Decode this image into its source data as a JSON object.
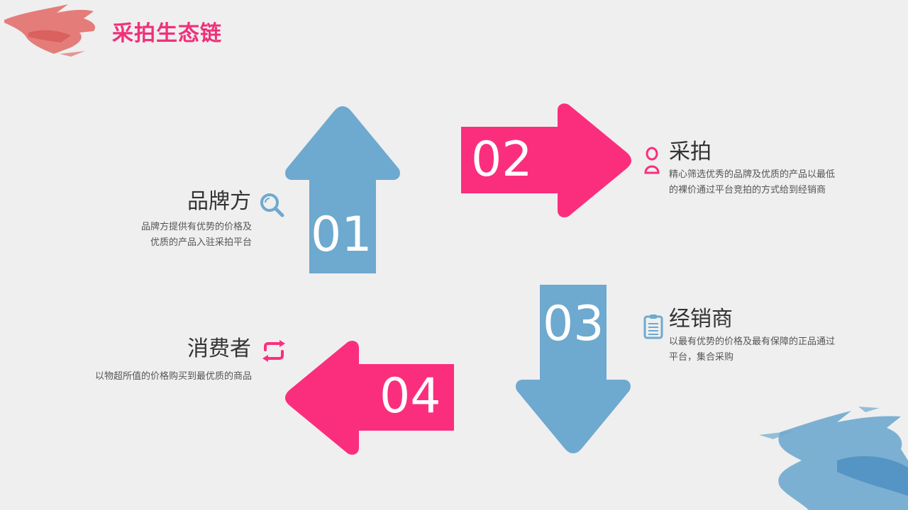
{
  "page_title": "采拍生态链",
  "colors": {
    "pink": "#fb2e7e",
    "blue": "#6ea9cf",
    "title": "#f0307a"
  },
  "steps": [
    {
      "number": "01",
      "heading": "品牌方",
      "icon": "magnifier-icon",
      "desc_line1": "品牌方提供有优势的价格及",
      "desc_line2": "优质的产品入驻采拍平台"
    },
    {
      "number": "02",
      "heading": "采拍",
      "icon": "person-icon",
      "desc_line1": "精心筛选优秀的品牌及优质的产品以最低",
      "desc_line2": "的裸价通过平台竞拍的方式给到经销商"
    },
    {
      "number": "03",
      "heading": "经销商",
      "icon": "clipboard-icon",
      "desc_line1": "以最有优势的价格及最有保障的正品通过",
      "desc_line2": "平台，集合采购"
    },
    {
      "number": "04",
      "heading": "消费者",
      "icon": "exchange-icon",
      "desc_line1": "以物超所值的价格购买到最优质的商品"
    }
  ]
}
